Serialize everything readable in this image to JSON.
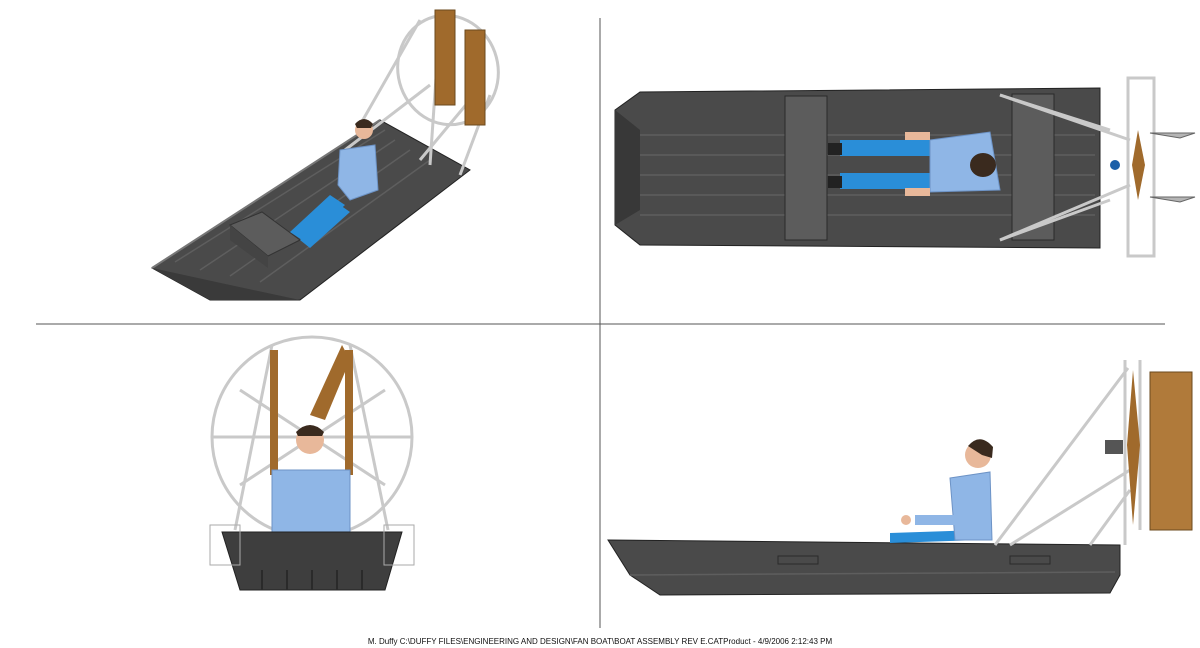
{
  "drawing": {
    "footer_text": "M. Duffy C:\\DUFFY FILES\\ENGINEERING AND DESIGN\\FAN BOAT\\BOAT ASSEMBLY REV E.CATProduct - 4/9/2006 2:12:43 PM",
    "views": [
      "isometric",
      "top",
      "front",
      "side"
    ]
  },
  "colors": {
    "hull": "#4a4a4a",
    "hull_dark": "#2e2e2e",
    "hull_light": "#6a6a6a",
    "bench": "#5c5c5c",
    "frame": "#c9c9c9",
    "prop_wood": "#a06a2c",
    "rudder_wood": "#b07a3a",
    "pilot_shirt": "#8fb6e6",
    "pilot_pants": "#2a8ed8",
    "skin": "#e8b89a",
    "hair": "#3a2a1e",
    "view_divider": "#555555"
  }
}
